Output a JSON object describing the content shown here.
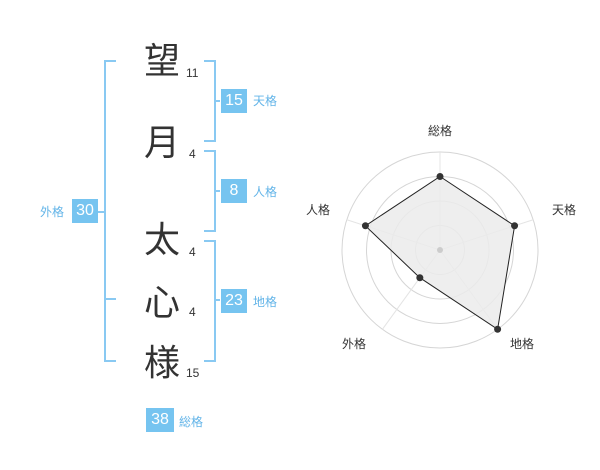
{
  "name": {
    "characters": [
      {
        "char": "望",
        "strokes": "11"
      },
      {
        "char": "月",
        "strokes": "4"
      },
      {
        "char": "太",
        "strokes": "4"
      },
      {
        "char": "心",
        "strokes": "4"
      },
      {
        "char": "様",
        "strokes": "15"
      }
    ]
  },
  "kakusu": {
    "tenkaku": {
      "value": "15",
      "label": "天格"
    },
    "jinkaku": {
      "value": "8",
      "label": "人格"
    },
    "chikaku": {
      "value": "23",
      "label": "地格"
    },
    "gaikaku": {
      "value": "30",
      "label": "外格"
    },
    "soukaku": {
      "value": "38",
      "label": "総格"
    }
  },
  "chart_data": {
    "type": "radar",
    "axes": [
      "総格",
      "天格",
      "地格",
      "外格",
      "人格"
    ],
    "values": [
      0.75,
      0.8,
      1.0,
      0.35,
      0.8
    ],
    "rings": 4
  },
  "colors": {
    "accent": "#76c4f0",
    "bracket": "#89c9f2",
    "radar_fill": "#ebebeb",
    "radar_line": "#222222"
  }
}
